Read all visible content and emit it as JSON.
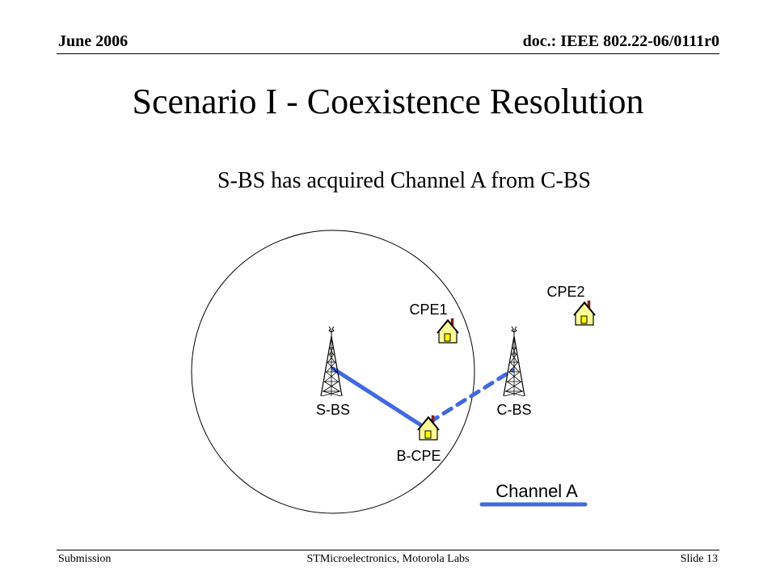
{
  "header": {
    "date": "June 2006",
    "doc_id": "doc.: IEEE 802.22-06/0111r0"
  },
  "slide": {
    "title": "Scenario I - Coexistence Resolution",
    "subtitle": "S-BS has acquired Channel A from C-BS"
  },
  "diagram": {
    "nodes": {
      "s_bs": "S-BS",
      "c_bs": "C-BS",
      "b_cpe": "B-CPE",
      "cpe1": "CPE1",
      "cpe2": "CPE2"
    },
    "legend": {
      "label": "Channel A"
    },
    "colors": {
      "channel_a": "#4169e1",
      "house_fill": "#ffff99",
      "house_window": "#ffff00",
      "chimney": "#8b1a1a"
    }
  },
  "footer": {
    "left": "Submission",
    "center": "STMicroelectronics,  Motorola Labs",
    "right": "Slide 13"
  }
}
